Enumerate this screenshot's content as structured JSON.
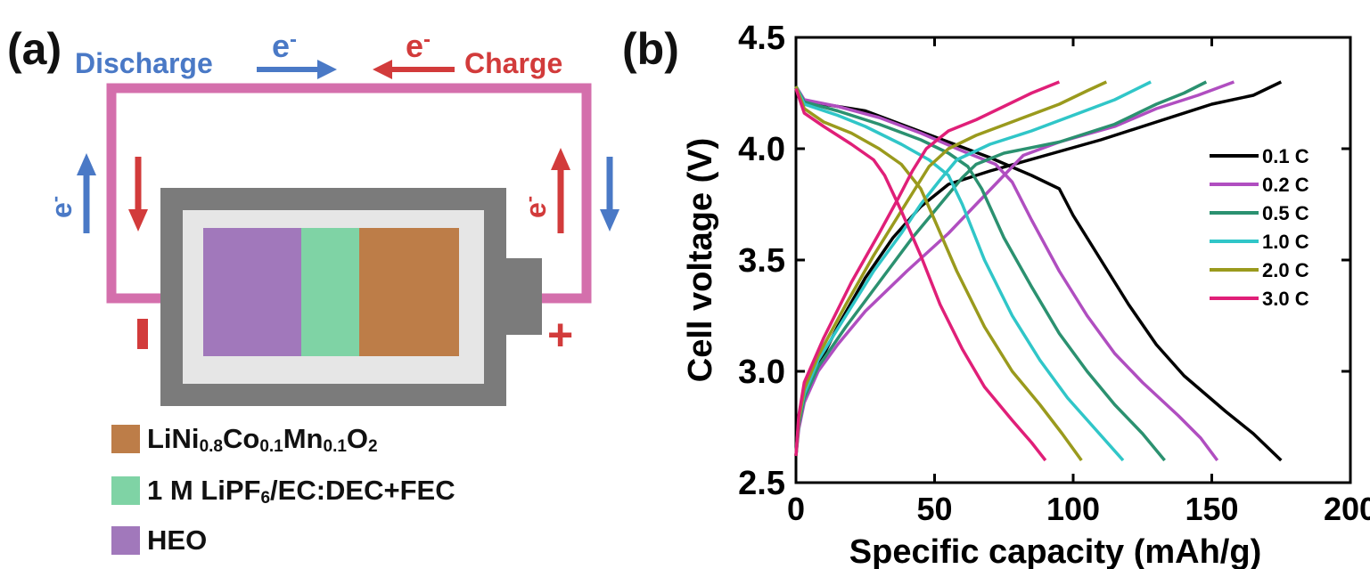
{
  "panel_a": {
    "label": "(a)",
    "discharge_label": "Discharge",
    "charge_label": "Charge",
    "electron": "e",
    "electron_sup": "-",
    "negative_sign": "−",
    "positive_sign": "+",
    "colors": {
      "circuit": "#d46fac",
      "discharge": "#4a79c6",
      "charge": "#d23b3b",
      "casing": "#7b7b7b",
      "inner": "#e6e6e6",
      "heo": "#a178bb",
      "electrolyte": "#7fd3a5",
      "cathode": "#bd7d48"
    },
    "legend": [
      {
        "name": "cathode",
        "color": "#bd7d48",
        "parts": [
          [
            "LiNi",
            ""
          ],
          [
            "0.8",
            "sub"
          ],
          [
            "Co",
            ""
          ],
          [
            "0.1",
            "sub"
          ],
          [
            "Mn",
            ""
          ],
          [
            "0.1",
            "sub"
          ],
          [
            "O",
            ""
          ],
          [
            "2",
            "sub"
          ]
        ]
      },
      {
        "name": "electrolyte",
        "color": "#7fd3a5",
        "parts": [
          [
            "1 M LiPF",
            ""
          ],
          [
            "6",
            "sub"
          ],
          [
            "/EC:DEC+FEC",
            ""
          ]
        ]
      },
      {
        "name": "heo",
        "color": "#a178bb",
        "parts": [
          [
            "HEO",
            ""
          ]
        ]
      }
    ]
  },
  "panel_b": {
    "label": "(b)"
  },
  "chart_data": {
    "type": "line",
    "xlabel": "Specific capacity (mAh/g)",
    "ylabel": "Cell voltage (V)",
    "xlim": [
      0,
      200
    ],
    "ylim": [
      2.5,
      4.5
    ],
    "xticks": [
      0,
      50,
      100,
      150,
      200
    ],
    "yticks": [
      2.5,
      3.0,
      3.5,
      4.0,
      4.5
    ],
    "legend_position": "right",
    "series": [
      {
        "name": "0.1 C",
        "color": "#000000",
        "charge": [
          [
            0,
            2.62
          ],
          [
            1,
            2.78
          ],
          [
            3,
            2.88
          ],
          [
            7,
            3.0
          ],
          [
            15,
            3.2
          ],
          [
            25,
            3.42
          ],
          [
            35,
            3.6
          ],
          [
            45,
            3.74
          ],
          [
            55,
            3.84
          ],
          [
            70,
            3.9
          ],
          [
            90,
            3.97
          ],
          [
            110,
            4.04
          ],
          [
            130,
            4.12
          ],
          [
            150,
            4.2
          ],
          [
            165,
            4.24
          ],
          [
            175,
            4.3
          ]
        ],
        "discharge": [
          [
            0,
            4.28
          ],
          [
            2,
            4.22
          ],
          [
            10,
            4.2
          ],
          [
            25,
            4.17
          ],
          [
            40,
            4.1
          ],
          [
            55,
            4.03
          ],
          [
            70,
            3.96
          ],
          [
            85,
            3.88
          ],
          [
            95,
            3.82
          ],
          [
            100,
            3.7
          ],
          [
            110,
            3.5
          ],
          [
            120,
            3.3
          ],
          [
            130,
            3.12
          ],
          [
            140,
            2.98
          ],
          [
            155,
            2.82
          ],
          [
            165,
            2.72
          ],
          [
            175,
            2.6
          ]
        ]
      },
      {
        "name": "0.2 C",
        "color": "#b04ec0",
        "charge": [
          [
            0,
            2.62
          ],
          [
            1,
            2.74
          ],
          [
            3,
            2.86
          ],
          [
            8,
            3.0
          ],
          [
            15,
            3.12
          ],
          [
            25,
            3.27
          ],
          [
            40,
            3.45
          ],
          [
            55,
            3.62
          ],
          [
            65,
            3.75
          ],
          [
            75,
            3.88
          ],
          [
            82,
            3.97
          ],
          [
            95,
            4.03
          ],
          [
            115,
            4.1
          ],
          [
            130,
            4.18
          ],
          [
            145,
            4.24
          ],
          [
            158,
            4.3
          ]
        ],
        "discharge": [
          [
            0,
            4.28
          ],
          [
            3,
            4.22
          ],
          [
            15,
            4.19
          ],
          [
            30,
            4.14
          ],
          [
            45,
            4.07
          ],
          [
            60,
            3.99
          ],
          [
            72,
            3.93
          ],
          [
            78,
            3.85
          ],
          [
            85,
            3.68
          ],
          [
            95,
            3.45
          ],
          [
            105,
            3.25
          ],
          [
            115,
            3.08
          ],
          [
            125,
            2.95
          ],
          [
            138,
            2.8
          ],
          [
            146,
            2.7
          ],
          [
            152,
            2.6
          ]
        ]
      },
      {
        "name": "0.5 C",
        "color": "#2b9170",
        "charge": [
          [
            0,
            2.62
          ],
          [
            1,
            2.76
          ],
          [
            3,
            2.88
          ],
          [
            8,
            3.02
          ],
          [
            18,
            3.2
          ],
          [
            30,
            3.4
          ],
          [
            42,
            3.6
          ],
          [
            52,
            3.75
          ],
          [
            60,
            3.87
          ],
          [
            65,
            3.93
          ],
          [
            75,
            3.98
          ],
          [
            95,
            4.03
          ],
          [
            115,
            4.11
          ],
          [
            130,
            4.2
          ],
          [
            140,
            4.25
          ],
          [
            148,
            4.3
          ]
        ],
        "discharge": [
          [
            0,
            4.28
          ],
          [
            3,
            4.21
          ],
          [
            15,
            4.17
          ],
          [
            30,
            4.11
          ],
          [
            45,
            4.04
          ],
          [
            55,
            3.98
          ],
          [
            62,
            3.92
          ],
          [
            67,
            3.82
          ],
          [
            75,
            3.6
          ],
          [
            85,
            3.38
          ],
          [
            95,
            3.17
          ],
          [
            105,
            3.0
          ],
          [
            115,
            2.85
          ],
          [
            125,
            2.72
          ],
          [
            133,
            2.6
          ]
        ]
      },
      {
        "name": "1.0 C",
        "color": "#30c6c8",
        "charge": [
          [
            0,
            2.62
          ],
          [
            1,
            2.78
          ],
          [
            3,
            2.9
          ],
          [
            8,
            3.05
          ],
          [
            18,
            3.25
          ],
          [
            28,
            3.45
          ],
          [
            38,
            3.62
          ],
          [
            45,
            3.75
          ],
          [
            52,
            3.86
          ],
          [
            58,
            3.95
          ],
          [
            70,
            4.02
          ],
          [
            85,
            4.08
          ],
          [
            100,
            4.15
          ],
          [
            115,
            4.22
          ],
          [
            128,
            4.3
          ]
        ],
        "discharge": [
          [
            0,
            4.28
          ],
          [
            3,
            4.2
          ],
          [
            15,
            4.15
          ],
          [
            25,
            4.1
          ],
          [
            38,
            4.02
          ],
          [
            48,
            3.95
          ],
          [
            55,
            3.88
          ],
          [
            60,
            3.75
          ],
          [
            68,
            3.5
          ],
          [
            78,
            3.25
          ],
          [
            88,
            3.05
          ],
          [
            98,
            2.88
          ],
          [
            108,
            2.74
          ],
          [
            118,
            2.6
          ]
        ]
      },
      {
        "name": "2.0 C",
        "color": "#9a9a1d",
        "charge": [
          [
            0,
            2.62
          ],
          [
            1,
            2.78
          ],
          [
            3,
            2.92
          ],
          [
            8,
            3.07
          ],
          [
            18,
            3.3
          ],
          [
            28,
            3.52
          ],
          [
            35,
            3.66
          ],
          [
            42,
            3.8
          ],
          [
            48,
            3.92
          ],
          [
            55,
            4.0
          ],
          [
            65,
            4.06
          ],
          [
            80,
            4.13
          ],
          [
            95,
            4.2
          ],
          [
            105,
            4.26
          ],
          [
            112,
            4.3
          ]
        ],
        "discharge": [
          [
            0,
            4.28
          ],
          [
            3,
            4.18
          ],
          [
            10,
            4.12
          ],
          [
            20,
            4.07
          ],
          [
            30,
            4.0
          ],
          [
            38,
            3.93
          ],
          [
            45,
            3.82
          ],
          [
            50,
            3.68
          ],
          [
            58,
            3.45
          ],
          [
            68,
            3.2
          ],
          [
            78,
            3.0
          ],
          [
            88,
            2.85
          ],
          [
            96,
            2.72
          ],
          [
            103,
            2.6
          ]
        ]
      },
      {
        "name": "3.0 C",
        "color": "#e01f78",
        "charge": [
          [
            0,
            2.62
          ],
          [
            1,
            2.8
          ],
          [
            3,
            2.95
          ],
          [
            10,
            3.15
          ],
          [
            20,
            3.4
          ],
          [
            30,
            3.62
          ],
          [
            37,
            3.78
          ],
          [
            42,
            3.9
          ],
          [
            47,
            4.0
          ],
          [
            55,
            4.08
          ],
          [
            65,
            4.13
          ],
          [
            75,
            4.19
          ],
          [
            85,
            4.25
          ],
          [
            95,
            4.3
          ]
        ],
        "discharge": [
          [
            0,
            4.27
          ],
          [
            3,
            4.16
          ],
          [
            10,
            4.1
          ],
          [
            20,
            4.02
          ],
          [
            28,
            3.95
          ],
          [
            32,
            3.88
          ],
          [
            38,
            3.72
          ],
          [
            45,
            3.52
          ],
          [
            52,
            3.3
          ],
          [
            60,
            3.1
          ],
          [
            68,
            2.93
          ],
          [
            78,
            2.78
          ],
          [
            85,
            2.68
          ],
          [
            90,
            2.6
          ]
        ]
      }
    ]
  }
}
